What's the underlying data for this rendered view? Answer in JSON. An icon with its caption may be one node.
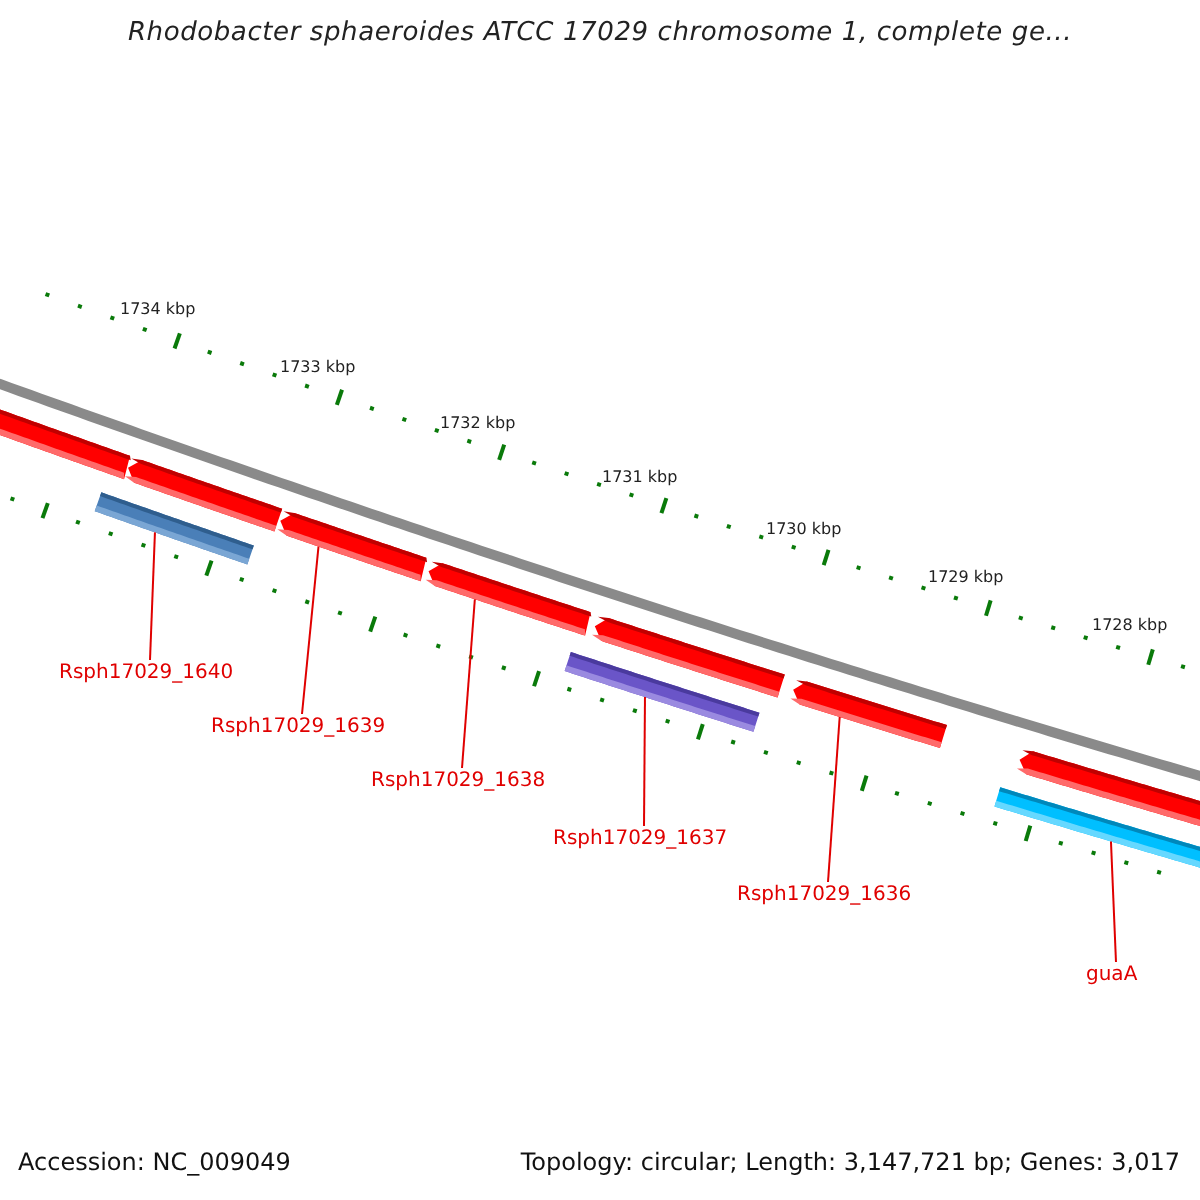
{
  "diagram": {
    "title": "Rhodobacter sphaeroides ATCC 17029 chromosome 1, complete ge...",
    "nodes": [
      {
        "text": [],
        "shape": "box"
      },
      {
        "text": [],
        "shape": "box"
      },
      {
        "text": [],
        "shape": "bar"
      },
      {
        "text": [],
        "shape": "box"
      },
      {
        "text": [],
        "shape": "box"
      },
      {
        "text": [],
        "shape": "bar"
      },
      {
        "text": [],
        "shape": "box"
      },
      {
        "text": [],
        "shape": "box"
      },
      {
        "text": [],
        "shape": "bar"
      },
      {
        "text": [],
        "shape": "box"
      },
      {
        "text": [
          "Rsph17029_1640"
        ]
      },
      {
        "text": [
          "Rsph17029_1639"
        ]
      },
      {
        "text": [
          "Rsph17029_1638"
        ]
      },
      {
        "text": [
          "Rsph17029_1637"
        ]
      },
      {
        "text": [
          "Rsph17029_1636"
        ]
      },
      {
        "text": [
          "guaA"
        ]
      }
    ],
    "edges": [
      {
        "from": 10,
        "to": 2,
        "arrow": "none"
      },
      {
        "from": 11,
        "to": 3,
        "arrow": "none"
      },
      {
        "from": 12,
        "to": 4,
        "arrow": "none"
      },
      {
        "from": 13,
        "to": 5,
        "arrow": "none"
      },
      {
        "from": 14,
        "to": 7,
        "arrow": "none"
      },
      {
        "from": 15,
        "to": 8,
        "arrow": "none"
      }
    ],
    "labels": [
      "1734 kbp",
      "1733 kbp",
      "1732 kbp",
      "1731 kbp",
      "1730 kbp",
      "1729 kbp",
      "1728 kbp",
      "Accession: NC_009049",
      "Topology: circular; Length: 3,147,721 bp; Genes: 3,017"
    ]
  }
}
